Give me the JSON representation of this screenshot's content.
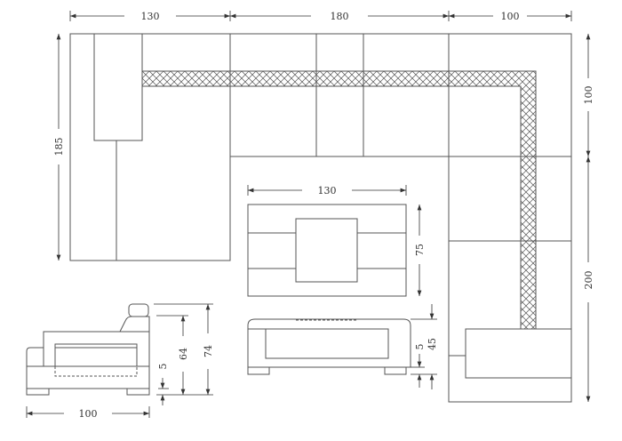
{
  "plan": {
    "dim_top_left": "130",
    "dim_top_middle": "180",
    "dim_top_right": "100",
    "dim_left": "185",
    "dim_right_upper": "100",
    "dim_right_lower": "200"
  },
  "coffee_table": {
    "dim_width": "130",
    "dim_depth": "75",
    "dim_height": "45",
    "dim_leg": "5"
  },
  "sofa_side": {
    "dim_depth": "100",
    "dim_total_height": "74",
    "dim_back_height": "64",
    "dim_leg": "5"
  }
}
